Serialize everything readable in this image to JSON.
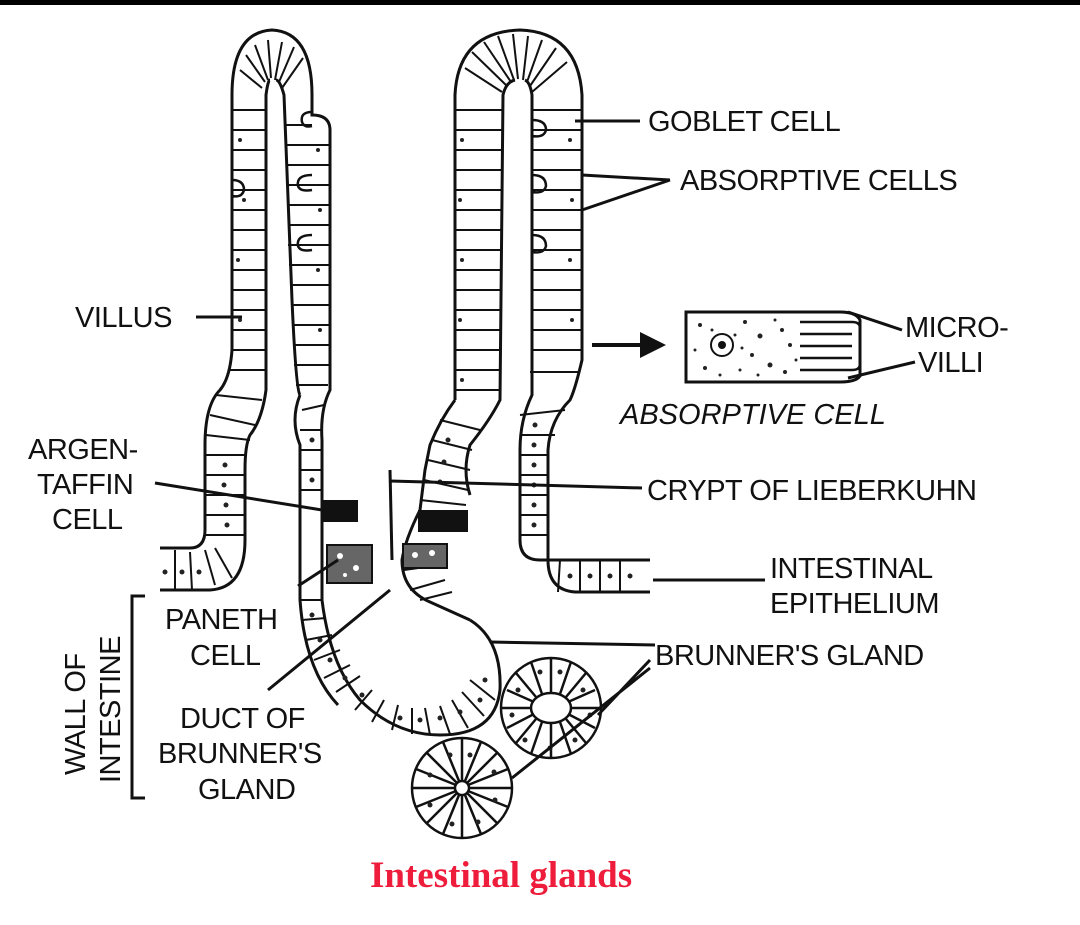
{
  "diagram": {
    "caption": "Intestinal glands",
    "labels": {
      "goblet_cell": "GOBLET CELL",
      "absorptive_cells": "ABSORPTIVE CELLS",
      "villus": "VILLUS",
      "microvilli_1": "MICRO-",
      "microvilli_2": "VILLI",
      "absorptive_cell": "ABSORPTIVE CELL",
      "argentaffin_1": "ARGEN-",
      "argentaffin_2": "TAFFIN",
      "argentaffin_3": "CELL",
      "crypt": "CRYPT OF LIEBERKUHN",
      "intestinal_epithelium_1": "INTESTINAL",
      "intestinal_epithelium_2": "EPITHELIUM",
      "wall_1": "WALL OF",
      "wall_2": "INTESTINE",
      "paneth_1": "PANETH",
      "paneth_2": "CELL",
      "brunners_gland": "BRUNNER'S GLAND",
      "duct_1": "DUCT OF",
      "duct_2": "BRUNNER'S",
      "duct_3": "GLAND"
    }
  }
}
